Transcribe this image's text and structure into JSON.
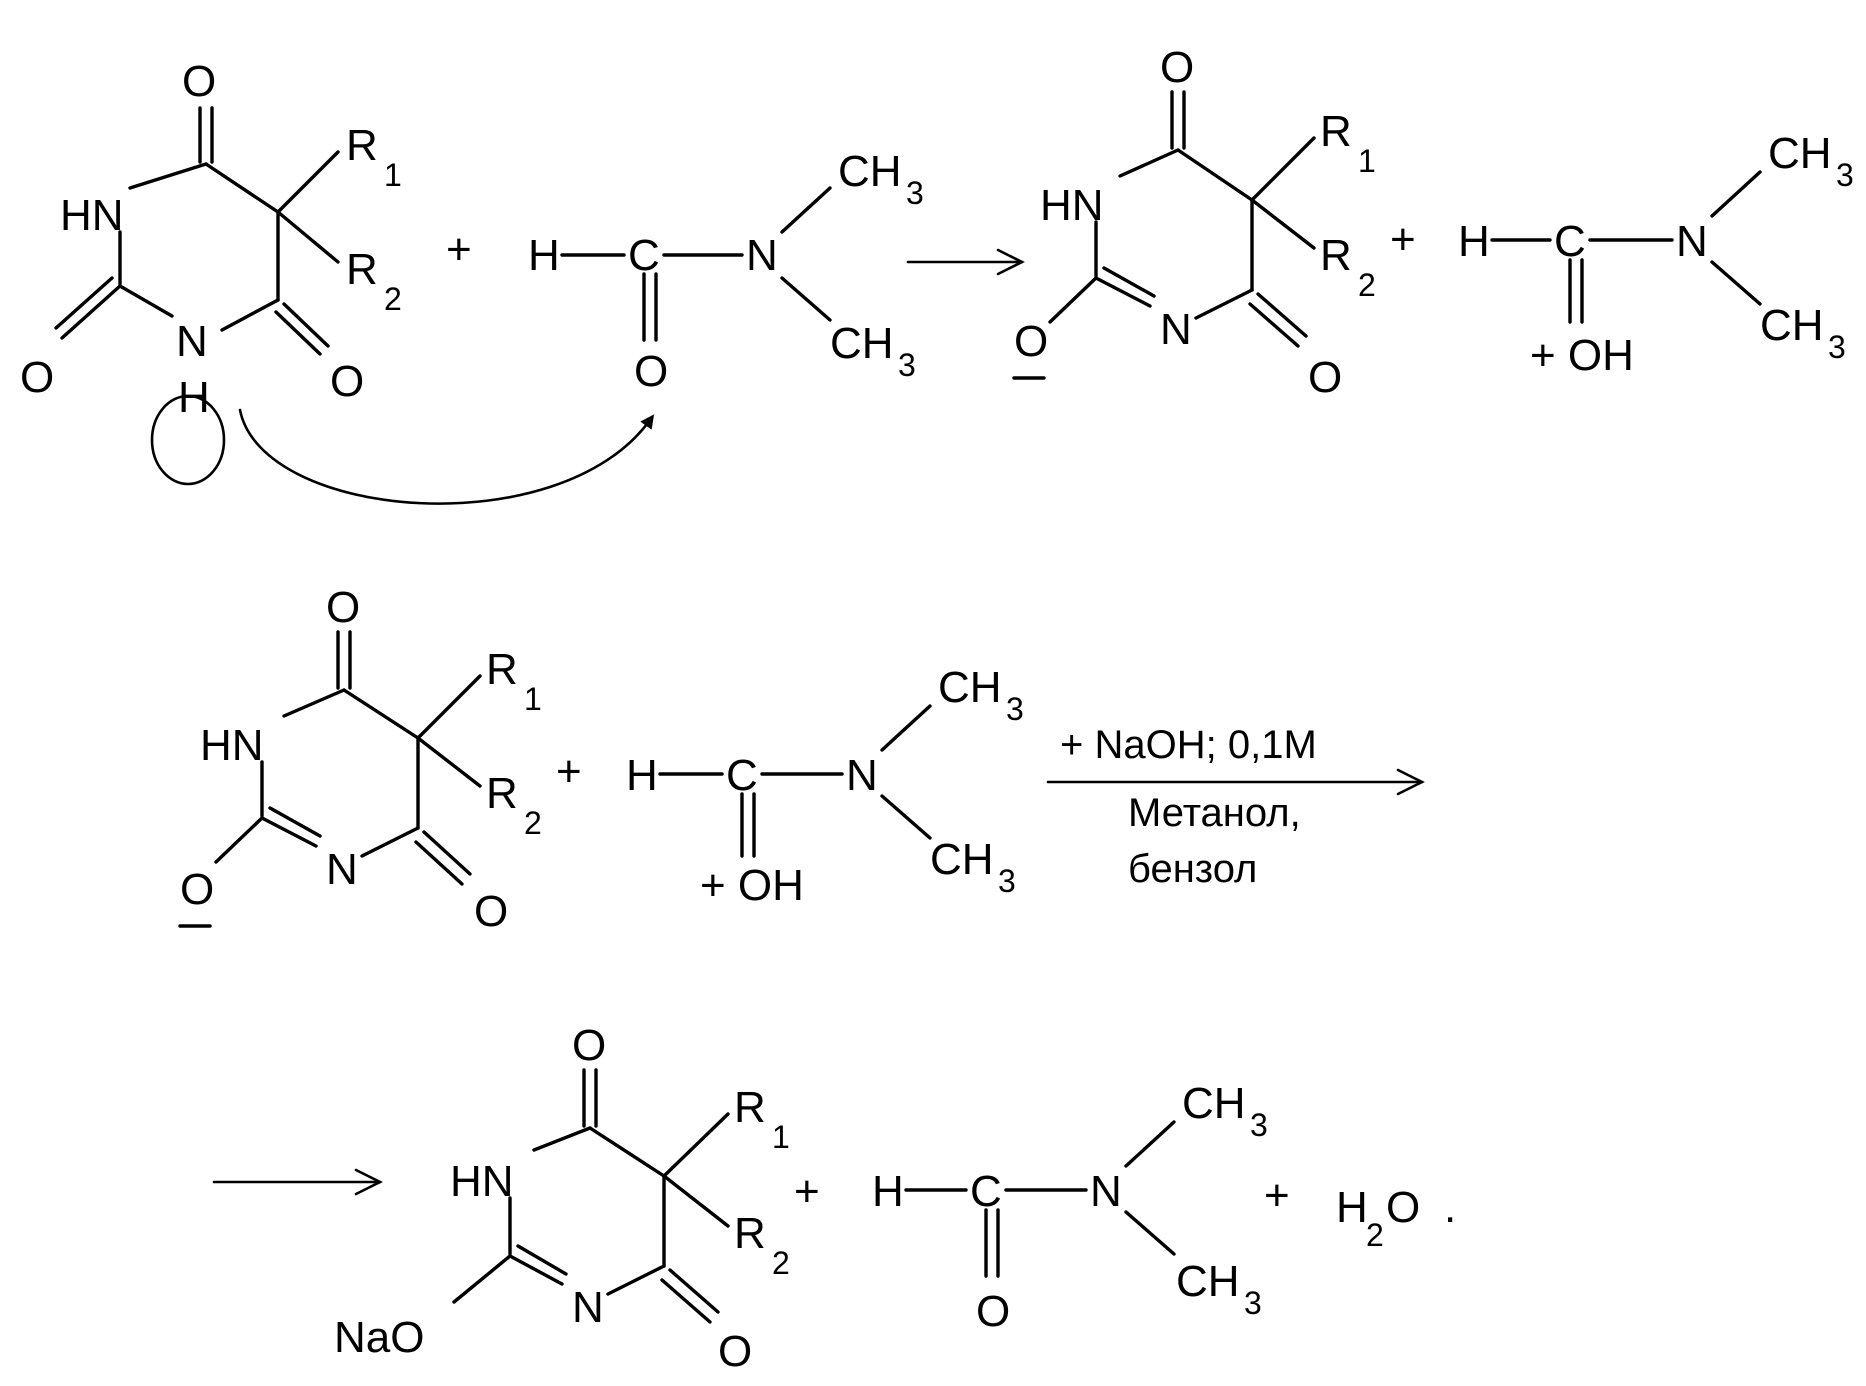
{
  "labels": {
    "O": "O",
    "N": "N",
    "HN": "HN",
    "H": "H",
    "C": "C",
    "R": "R",
    "CH": "CH",
    "sub1": "1",
    "sub2": "2",
    "sub3": "3",
    "plus": "+",
    "plus_oh": "+ OH",
    "o_minus": "O",
    "nao": "NaO",
    "h2o_h": "H",
    "h2o_o": "O",
    "period": "."
  },
  "conditions": {
    "reagent": "+ NaOH; 0,1M",
    "solvent1": "Метанол,",
    "solvent2": "бензол"
  }
}
